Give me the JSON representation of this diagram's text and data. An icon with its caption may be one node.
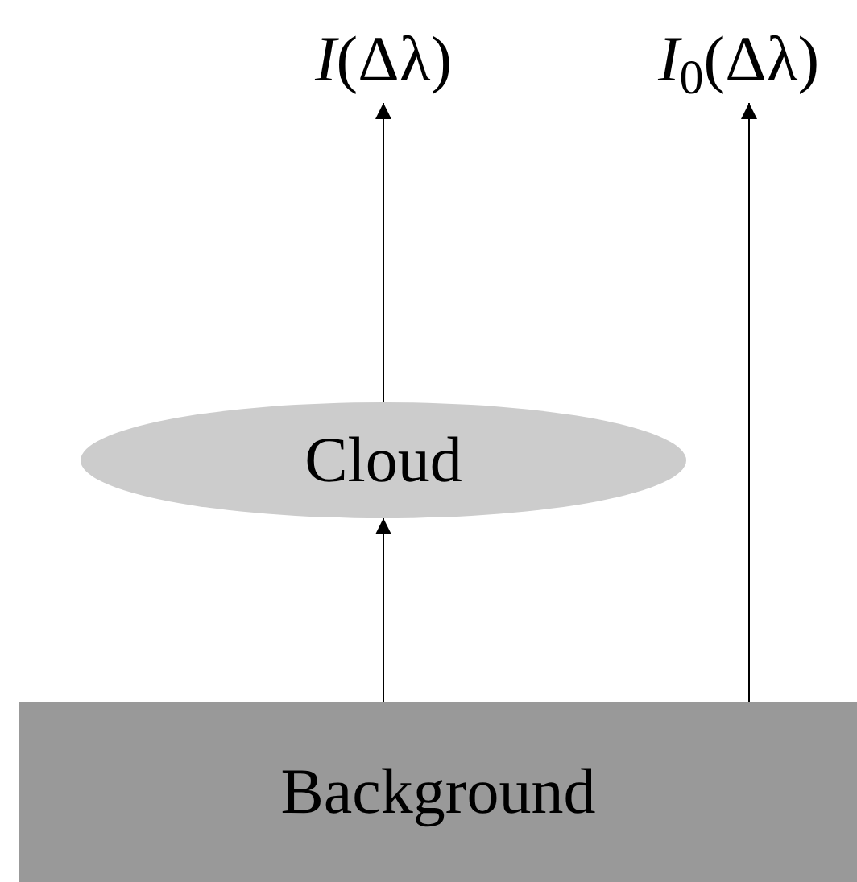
{
  "diagram": {
    "nodes": [
      {
        "text": [
          "*I*(Δλ)"
        ]
      },
      {
        "text": [
          "*I*$_{0}$(Δλ)"
        ]
      },
      {
        "text": [
          "Cloud"
        ]
      },
      {
        "text": [
          "Background"
        ]
      }
    ],
    "edges": [
      {
        "from": 3,
        "to": 2,
        "arrow": "to"
      },
      {
        "from": 2,
        "to": 0,
        "arrow": "to"
      },
      {
        "from": 3,
        "to": 1,
        "arrow": "to"
      }
    ]
  }
}
